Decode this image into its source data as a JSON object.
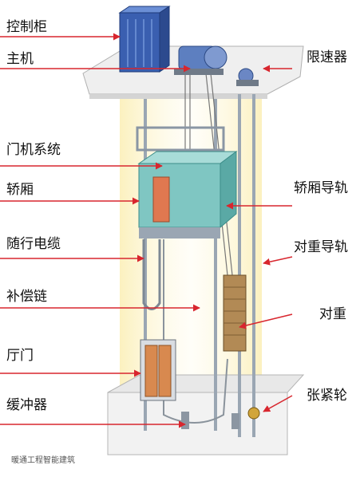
{
  "labels": {
    "control_cabinet": "控制柜",
    "main_machine": "主机",
    "door_machine_system": "门机系统",
    "car": "轿厢",
    "traveling_cable": "随行电缆",
    "compensation_chain": "补偿链",
    "hall_door": "厅门",
    "buffer": "缓冲器",
    "speed_governor": "限速器",
    "car_guide_rail": "轿厢导轨",
    "counterweight_guide_rail": "对重导轨",
    "counterweight": "对重",
    "tension_pulley": "张紧轮"
  },
  "watermark": "暖通工程智能建筑",
  "colors": {
    "arrow": "#d8262e",
    "cabinet": "#3a5fb0",
    "car_body": "#7fc6c2",
    "shaft_glow": "#fbefb8",
    "machine": "#5d7fc0"
  }
}
